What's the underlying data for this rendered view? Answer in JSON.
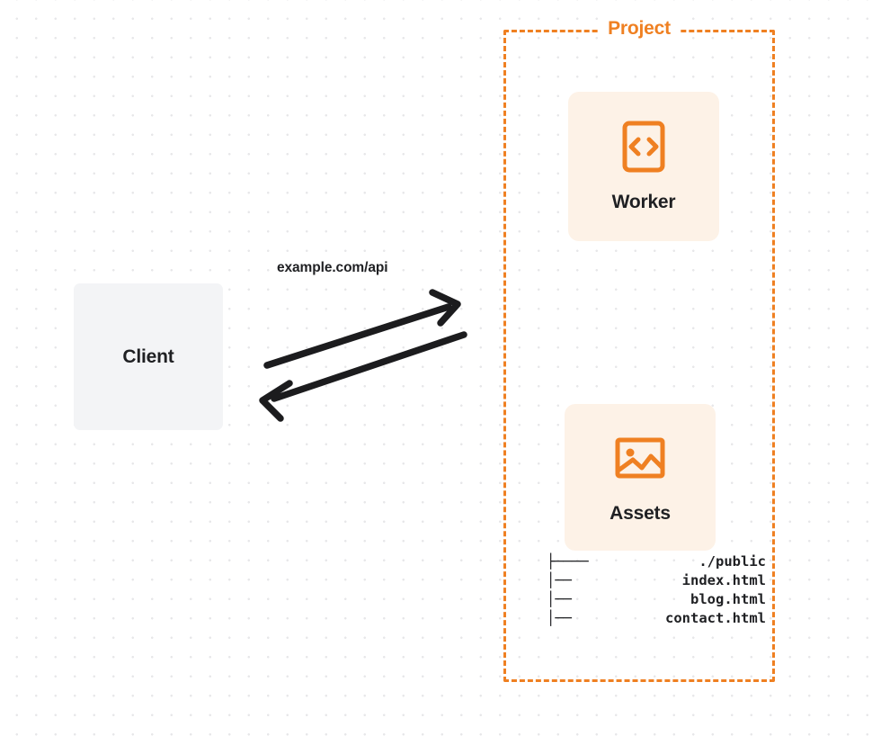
{
  "diagram": {
    "type": "architecture-diagram",
    "background": "dot-grid",
    "colors": {
      "accent": "#ef8022",
      "card_background": "#fdf2e7",
      "client_background": "#f3f4f6",
      "text": "#1f2023",
      "dot_grid": "#e7e7e9"
    },
    "client": {
      "label": "Client"
    },
    "connection": {
      "label": "example.com/api",
      "direction": "bidirectional",
      "arrow_color": "#1c1c1e"
    },
    "project": {
      "title": "Project",
      "border_style": "dashed",
      "services": [
        {
          "label": "Worker",
          "icon": "code-brackets-icon"
        },
        {
          "label": "Assets",
          "icon": "image-icon"
        }
      ],
      "file_tree": [
        {
          "branch": "├────",
          "name": "./public"
        },
        {
          "branch": "│──",
          "name": "index.html"
        },
        {
          "branch": "│──",
          "name": "blog.html"
        },
        {
          "branch": "│──",
          "name": "contact.html"
        }
      ]
    }
  }
}
